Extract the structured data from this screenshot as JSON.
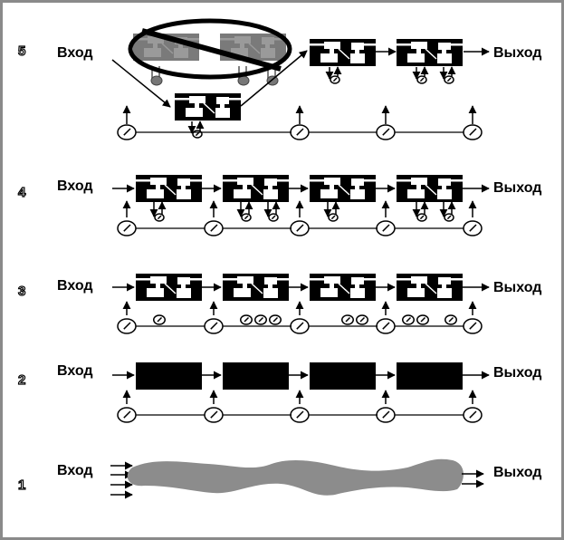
{
  "rows": [
    {
      "number": "5",
      "input": "Вход",
      "output": "Выход"
    },
    {
      "number": "4",
      "input": "Вход",
      "output": "Выход"
    },
    {
      "number": "3",
      "input": "Вход",
      "output": "Выход"
    },
    {
      "number": "2",
      "input": "Вход",
      "output": "Выход"
    },
    {
      "number": "1",
      "input": "Вход",
      "output": "Выход"
    }
  ],
  "colors": {
    "block": "#000000",
    "blob": "#8c8c8c",
    "crossed": "#7a7a7a",
    "frame": "#8a8a8a"
  }
}
